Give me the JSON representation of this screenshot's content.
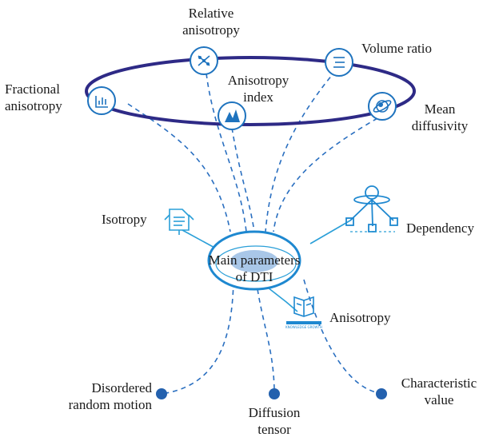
{
  "diagram": {
    "center": {
      "line1": "Main parameters",
      "line2": "of DTI"
    },
    "ring_items": {
      "relative_anisotropy": {
        "line1": "Relative",
        "line2": "anisotropy"
      },
      "volume_ratio": "Volume ratio",
      "fractional_anisotropy": {
        "line1": "Fractional",
        "line2": "anisotropy"
      },
      "anisotropy_index": {
        "line1": "Anisotropy",
        "line2": "index"
      },
      "mean_diffusivity": {
        "line1": "Mean",
        "line2": "diffusivity"
      }
    },
    "branches": {
      "isotropy": "Isotropy",
      "dependency": "Dependency",
      "anisotropy": "Anisotropy",
      "anisotropy_badge": "KNOWLEDGE GROWTH"
    },
    "leaves": {
      "disordered_random_motion": {
        "line1": "Disordered",
        "line2": "random motion"
      },
      "diffusion_tensor": {
        "line1": "Diffusion",
        "line2": "tensor"
      },
      "characteristic_value": {
        "line1": "Characteristic",
        "line2": "value"
      }
    },
    "colors": {
      "ring": "#2e2a86",
      "blue": "#1e73be",
      "light_blue": "#2a9fd8",
      "dot": "#2461ae",
      "center_fill": "#a9c7e8"
    },
    "icons": [
      "bar-chart-icon",
      "scatter-icon",
      "list-icon",
      "mountain-chart-icon",
      "globe-icon",
      "document-icon",
      "network-icon",
      "book-icon"
    ]
  }
}
